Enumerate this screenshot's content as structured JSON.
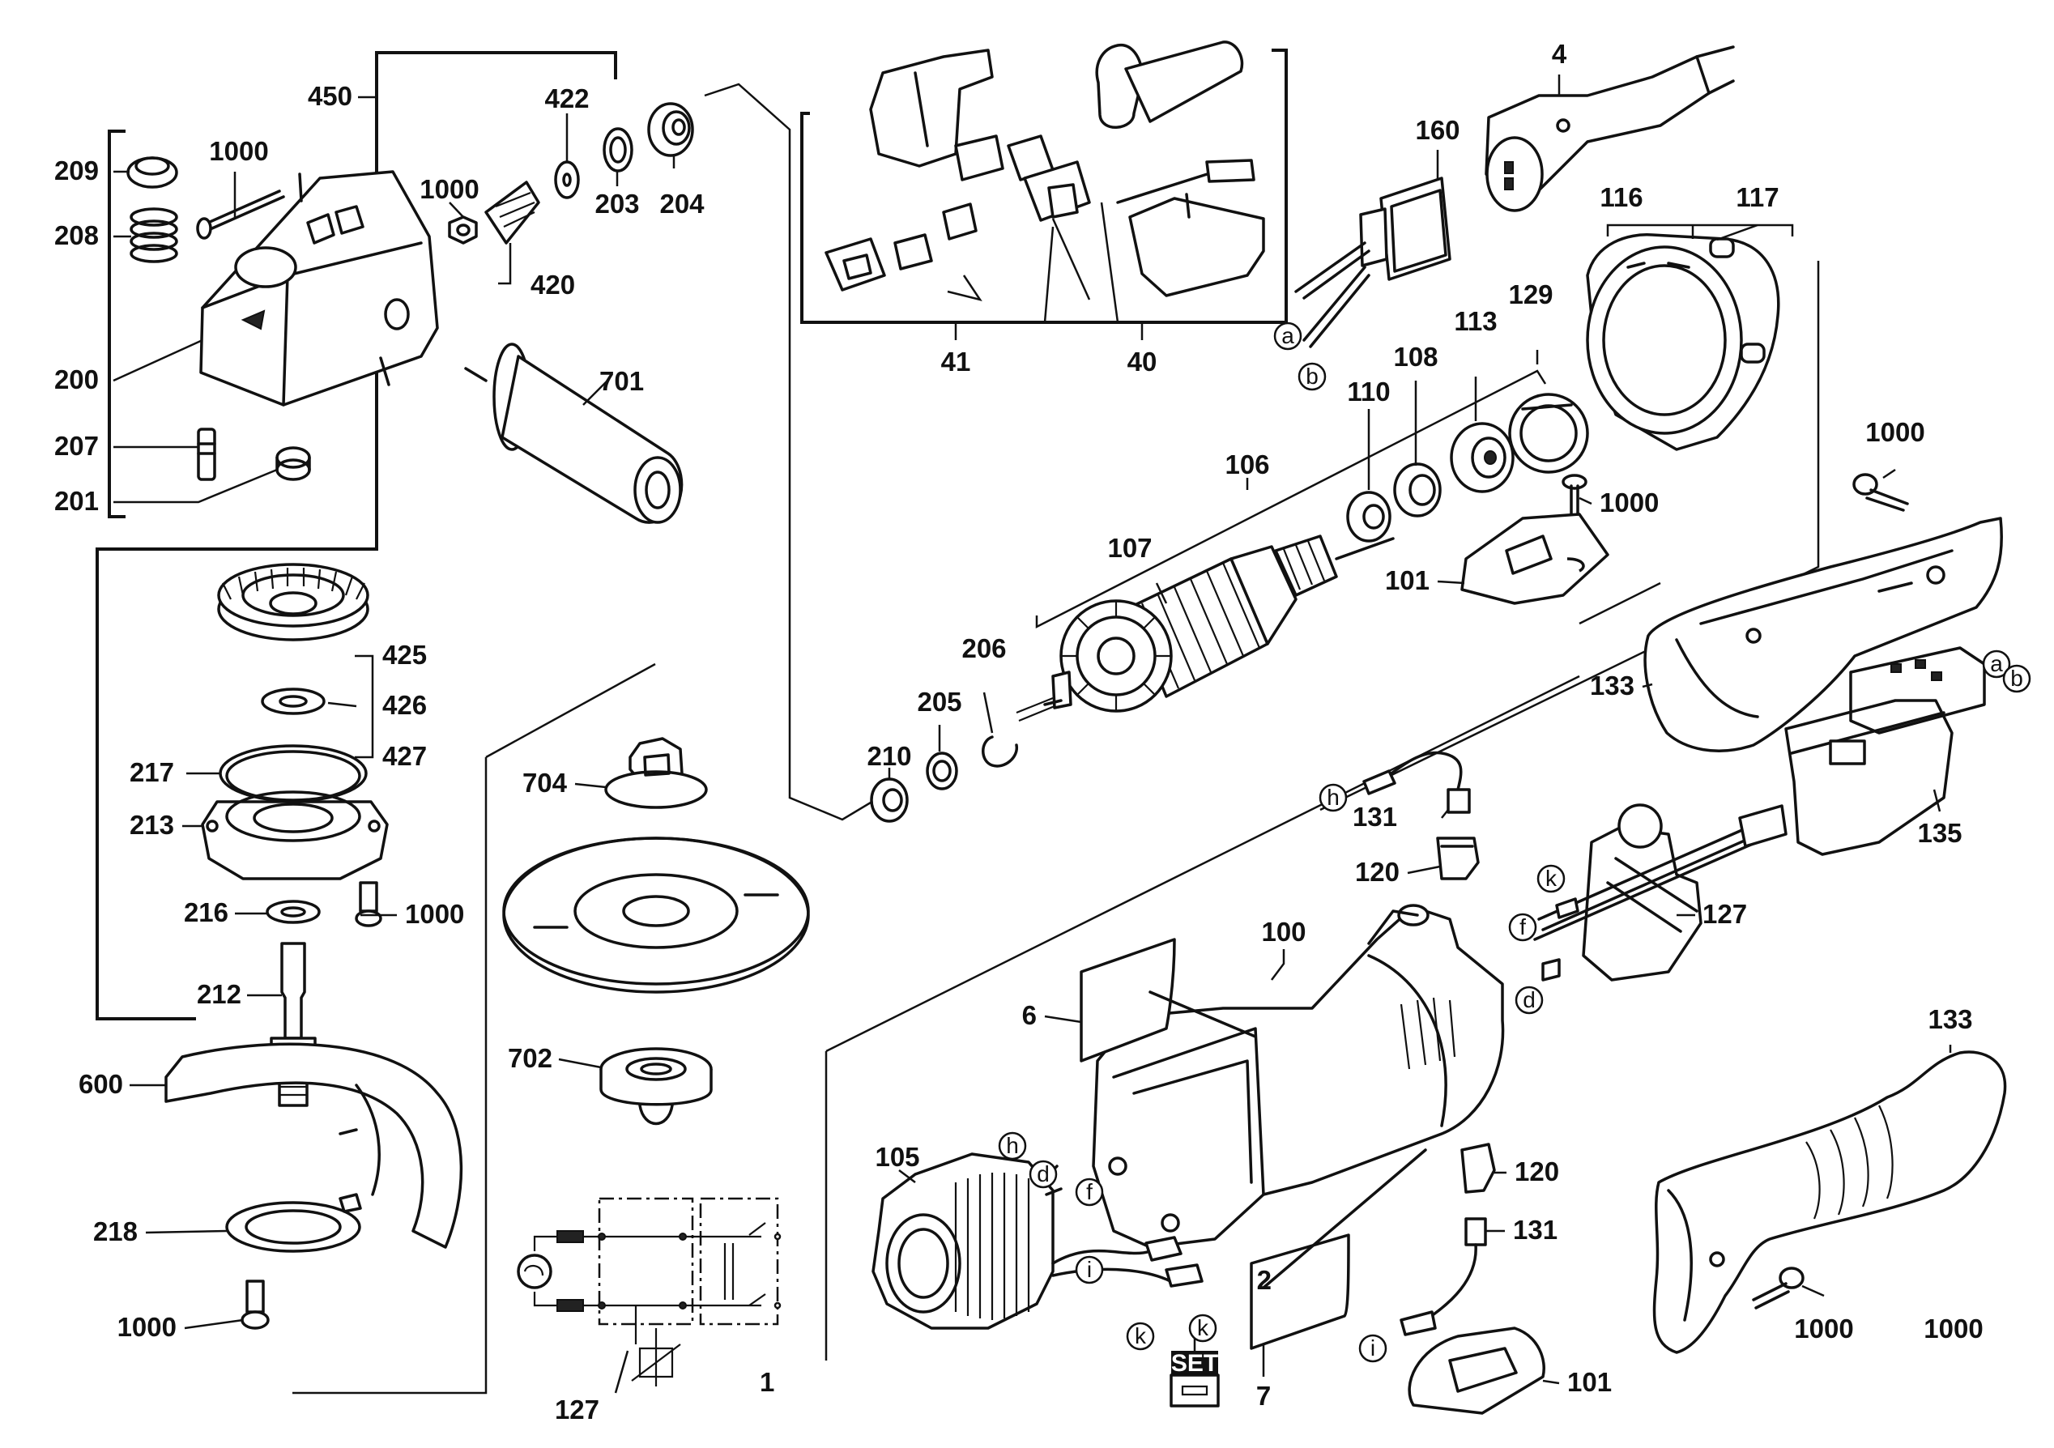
{
  "labels": {
    "l450": "450",
    "l422": "422",
    "l1000a": "1000",
    "l209": "209",
    "l208": "208",
    "l1000b": "1000",
    "l203": "203",
    "l204": "204",
    "l420": "420",
    "l200": "200",
    "l701": "701",
    "l207": "207",
    "l201": "201",
    "l425": "425",
    "l426": "426",
    "l427": "427",
    "l217": "217",
    "l213": "213",
    "l216": "216",
    "l1000c": "1000",
    "l212": "212",
    "l600": "600",
    "l218": "218",
    "l1000d": "1000",
    "l704": "704",
    "l702": "702",
    "l127a": "127",
    "l41": "41",
    "l40": "40",
    "l4": "4",
    "l160": "160",
    "l116": "116",
    "l117": "117",
    "l129": "129",
    "l113": "113",
    "l108": "108",
    "l110": "110",
    "l106": "106",
    "l107": "107",
    "l206": "206",
    "l205": "205",
    "l210": "210",
    "l1000e": "1000",
    "l1000f": "1000",
    "l101a": "101",
    "l133a": "133",
    "l135": "135",
    "l131a": "131",
    "l120a": "120",
    "l127b": "127",
    "l100": "100",
    "l6": "6",
    "l105": "105",
    "l7": "7",
    "l120b": "120",
    "l131b": "131",
    "l101b": "101",
    "l133b": "133",
    "l1000g": "1000",
    "l1000h": "1000",
    "l2": "2",
    "l1": "1"
  },
  "connectors": {
    "a1": "a",
    "b1": "b",
    "a2": "a",
    "b2": "b",
    "h1": "h",
    "f1": "f",
    "k1": "k",
    "d1": "d",
    "h2": "h",
    "d2": "d",
    "f2": "f",
    "i1": "i",
    "k2": "k",
    "k3": "k",
    "i2": "i"
  },
  "set_badge": {
    "text": "SET"
  }
}
